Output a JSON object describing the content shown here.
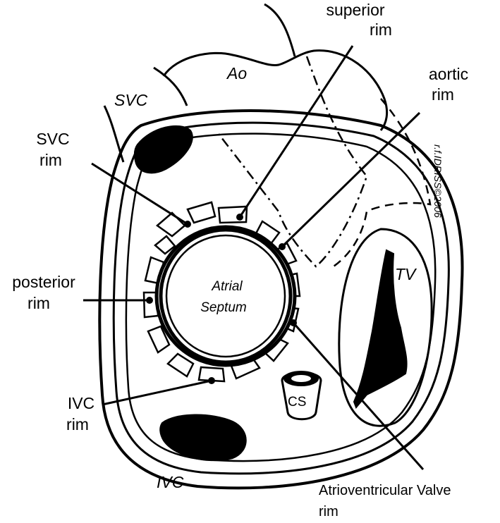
{
  "labels": {
    "superior_rim": [
      "superior",
      "rim"
    ],
    "aortic_rim": [
      "aortic",
      "rim"
    ],
    "svc_rim": [
      "SVC",
      "rim"
    ],
    "posterior_rim": [
      "posterior",
      "rim"
    ],
    "ivc_rim": [
      "IVC",
      "rim"
    ],
    "av_rim": [
      "Atrioventricular Valve",
      "rim"
    ],
    "septum": [
      "Atrial",
      "Septum"
    ],
    "ao": "Ao",
    "svc": "SVC",
    "ivc": "IVC",
    "tv": "TV",
    "cs": "CS",
    "signature": "r.f.IDRISS©2006"
  }
}
